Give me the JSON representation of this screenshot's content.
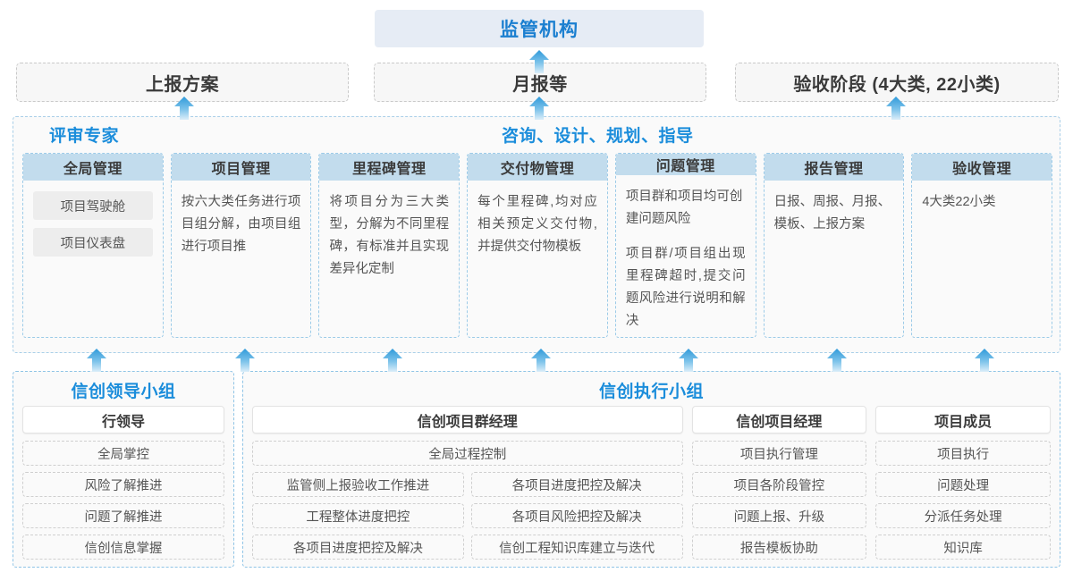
{
  "top": {
    "authority": "监管机构"
  },
  "report_boxes": [
    {
      "label": "上报方案"
    },
    {
      "label": "月报等"
    },
    {
      "label": "验收阶段 (4大类, 22小类)"
    }
  ],
  "service_panel": {
    "label_left": "评审专家",
    "label_right": "咨询、设计、规划、指导",
    "columns": [
      {
        "title": "全局管理",
        "pills": [
          "项目驾驶舱",
          "项目仪表盘"
        ],
        "paragraphs": []
      },
      {
        "title": "项目管理",
        "pills": [],
        "paragraphs": [
          "按六大类任务进行项目组分解，由项目组进行项目推"
        ]
      },
      {
        "title": "里程碑管理",
        "pills": [],
        "paragraphs": [
          "将项目分为三大类型，分解为不同里程碑，有标准并且实现差异化定制"
        ]
      },
      {
        "title": "交付物管理",
        "pills": [],
        "paragraphs": [
          "每个里程碑,均对应相关预定义交付物,并提供交付物模板"
        ]
      },
      {
        "title": "问题管理",
        "pills": [],
        "paragraphs": [
          "项目群和项目均可创建问题风险",
          "项目群/项目组出现里程碑超时,提交问题风险进行说明和解决"
        ]
      },
      {
        "title": "报告管理",
        "pills": [],
        "paragraphs": [
          "日报、周报、月报、模板、上报方案"
        ]
      },
      {
        "title": "验收管理",
        "pills": [],
        "paragraphs": [
          "4大类22小类"
        ]
      }
    ]
  },
  "teams": {
    "leader": {
      "title": "信创领导小组",
      "role_head": "行领导",
      "items": [
        "全局掌控",
        "风险了解推进",
        "问题了解推进",
        "信创信息掌握"
      ]
    },
    "exec": {
      "title": "信创执行小组",
      "groups": [
        {
          "head": "信创项目群经理",
          "full_width_item": "全局过程控制",
          "left_items": [
            "监管侧上报验收工作推进",
            "工程整体进度把控",
            "各项目进度把控及解决"
          ],
          "right_items": [
            "各项目进度把控及解决",
            "各项目风险把控及解决",
            "信创工程知识库建立与迭代"
          ]
        },
        {
          "head": "信创项目经理",
          "items": [
            "项目执行管理",
            "项目各阶段管控",
            "问题上报、升级",
            "报告模板协助"
          ]
        },
        {
          "head": "项目成员",
          "items": [
            "项目执行",
            "问题处理",
            "分派任务处理",
            "知识库"
          ]
        }
      ]
    }
  },
  "icons": {
    "arrow_up": "arrow-up-icon"
  },
  "colors": {
    "accent_blue": "#1b8ddb",
    "top_box_bg": "#e6ecf5",
    "col_head_bg": "#c2dced",
    "pill_bg": "#ededed",
    "dashed_border_blue": "#9ccbe8",
    "dashed_border_grey": "#c9c9c9"
  }
}
